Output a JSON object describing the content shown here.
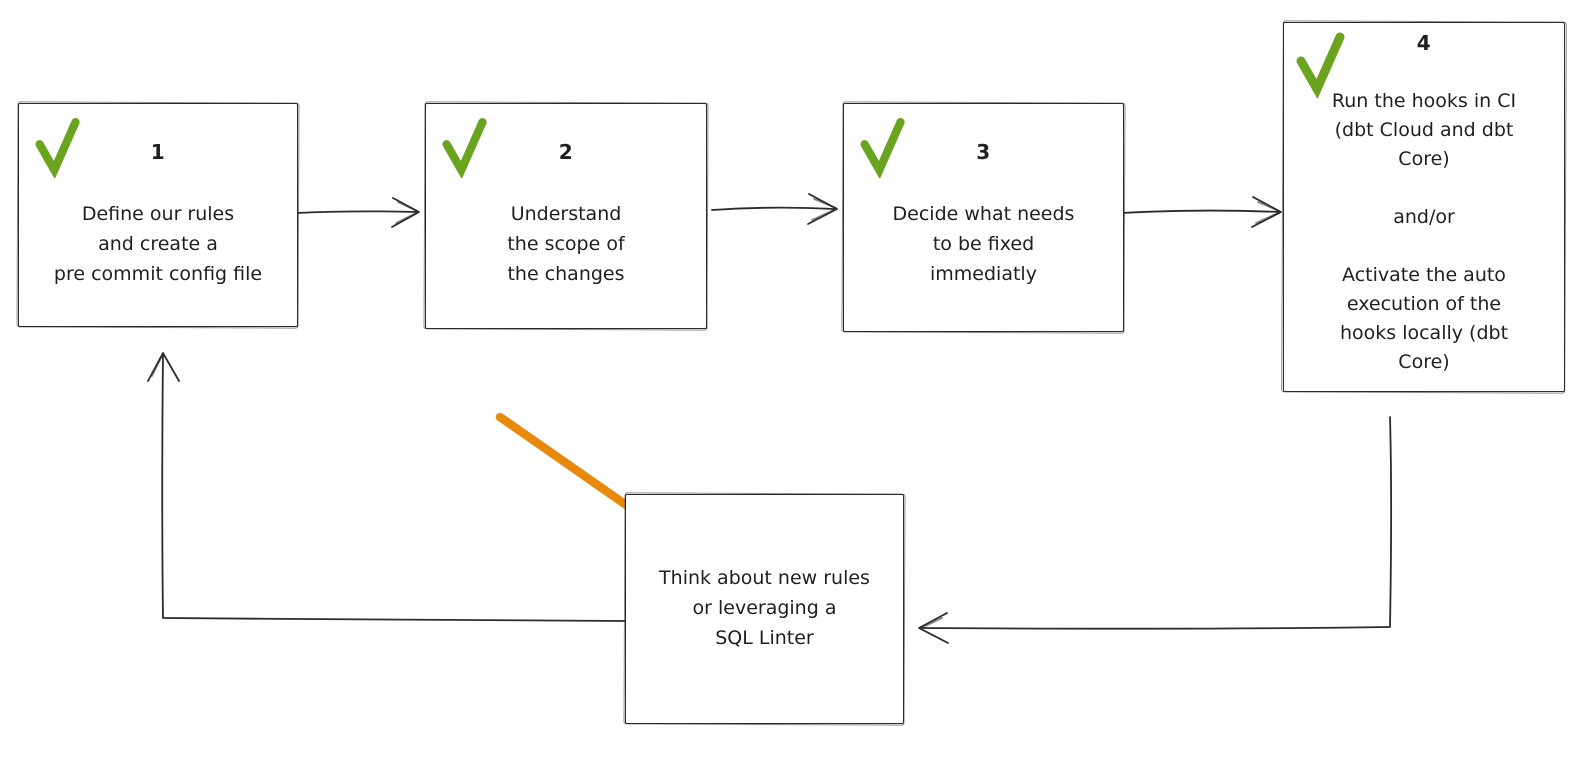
{
  "diagram": {
    "type": "flowchart",
    "palette": {
      "background": "#ffffff",
      "stroke": "#2b2b2b",
      "check_green": "#6aa41f",
      "highlight_orange": "#e8890c"
    },
    "steps": [
      {
        "number": "1",
        "checked": true,
        "text": "Define our rules\nand create a\npre commit config file"
      },
      {
        "number": "2",
        "checked": true,
        "text": "Understand\nthe scope of\nthe changes"
      },
      {
        "number": "3",
        "checked": true,
        "text": "Decide what needs\nto be fixed\nimmediatly"
      },
      {
        "number": "4",
        "checked": true,
        "text": "Run the hooks in CI\n(dbt Cloud and dbt\nCore)\n\nand/or\n\nActivate the auto\nexecution of the\nhooks locally (dbt\nCore)"
      }
    ],
    "loop_box": {
      "text": "Think about new rules\nor leveraging a\nSQL Linter"
    },
    "connections": [
      {
        "from": "step-1",
        "to": "step-2",
        "style": "black-arrow"
      },
      {
        "from": "step-2",
        "to": "step-3",
        "style": "black-arrow"
      },
      {
        "from": "step-3",
        "to": "step-4",
        "style": "black-arrow"
      },
      {
        "from": "step-4",
        "to": "loop-box",
        "style": "black-arrow-elbow"
      },
      {
        "from": "loop-box",
        "to": "step-1",
        "style": "black-arrow-elbow"
      },
      {
        "from": "highlight",
        "to": "loop-box",
        "style": "orange-thick-arrow"
      }
    ]
  }
}
